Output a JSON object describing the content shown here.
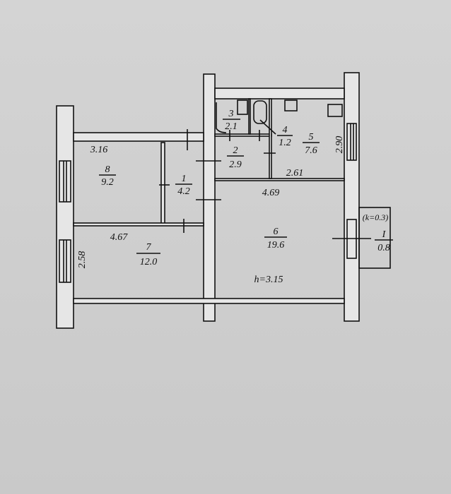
{
  "plan": {
    "ceiling_height": "h=3.15",
    "balcony_coefficient": "(k=0.3)",
    "rooms": [
      {
        "number": "1",
        "area": "4.2"
      },
      {
        "number": "2",
        "area": "2.9"
      },
      {
        "number": "3",
        "area": "2.1"
      },
      {
        "number": "4",
        "area": "1.2"
      },
      {
        "number": "5",
        "area": "7.6"
      },
      {
        "number": "6",
        "area": "19.6"
      },
      {
        "number": "7",
        "area": "12.0"
      },
      {
        "number": "8",
        "area": "9.2"
      },
      {
        "number": "I",
        "area": "0.8"
      }
    ],
    "dimensions": [
      "3.16",
      "2.61",
      "4.69",
      "4.67",
      "2.58",
      "2.90"
    ]
  }
}
